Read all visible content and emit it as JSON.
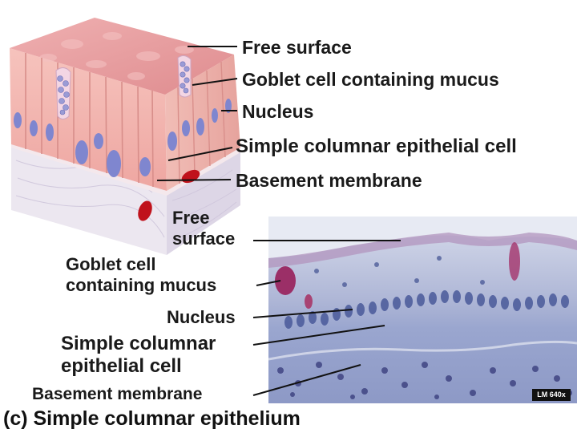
{
  "illustration_labels": {
    "free_surface": "Free surface",
    "goblet_cell": "Goblet cell containing mucus",
    "nucleus": "Nucleus",
    "epithelial_cell": "Simple columnar epithelial cell",
    "basement_membrane": "Basement membrane"
  },
  "micrograph_labels": {
    "free_surface_line1": "Free",
    "free_surface_line2": "surface",
    "goblet_line1": "Goblet cell",
    "goblet_line2": "containing mucus",
    "nucleus": "Nucleus",
    "epithelial_line1": "Simple columnar",
    "epithelial_line2": "epithelial cell",
    "basement_membrane": "Basement membrane"
  },
  "scale_badge": "LM 640x",
  "caption": "(c) Simple columnar epithelium",
  "colors": {
    "cell_top": "#e79a9c",
    "cell_side": "#f2b3ae",
    "nucleus": "#7f86cf",
    "basement": "#e8e4ef",
    "rbc": "#c0121c",
    "micrograph_bg": "#b8c3da",
    "mucus_stain": "#9b2f67"
  }
}
